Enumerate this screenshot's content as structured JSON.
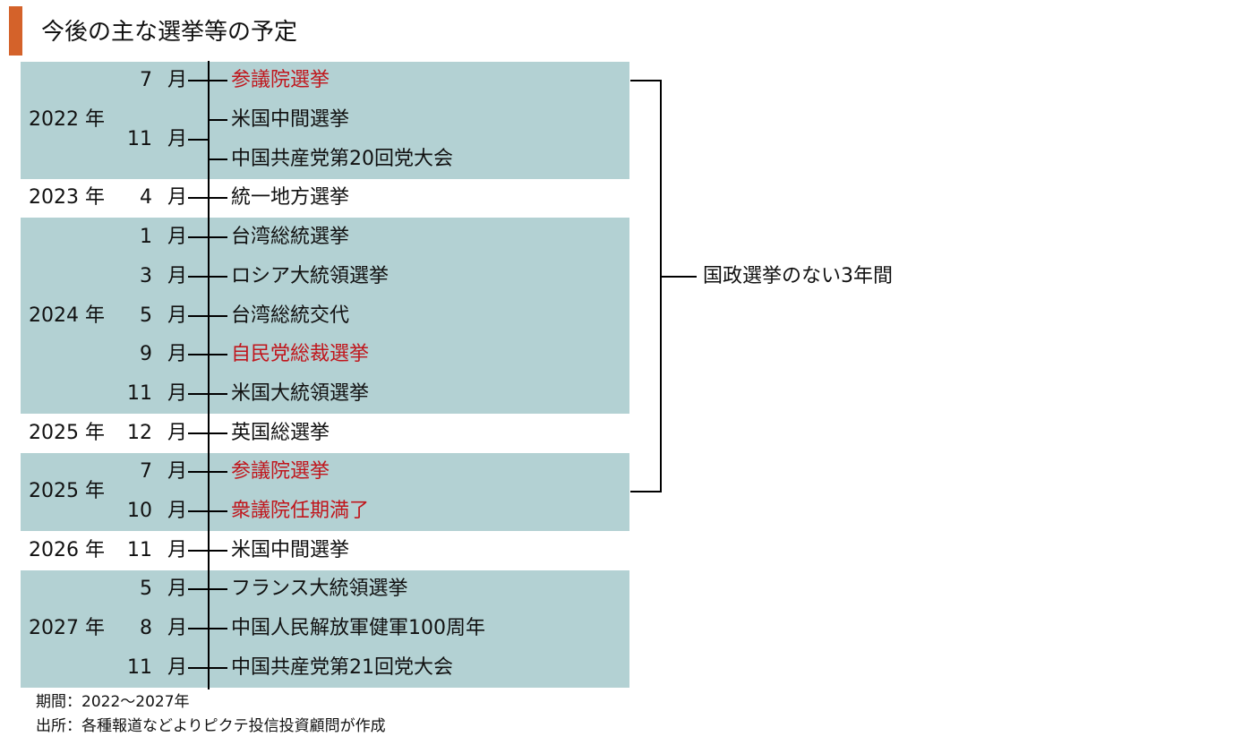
{
  "title": "今後の主な選挙等の予定",
  "year_suffix": "年",
  "month_suffix": "月",
  "colors": {
    "accent": "#d4622a",
    "band": "#b3d1d3",
    "highlight": "#c0161c"
  },
  "groups": [
    {
      "year": "2022",
      "shaded": true,
      "months": [
        {
          "num": "7",
          "events": [
            {
              "text": "参議院選挙",
              "red": true
            }
          ]
        },
        {
          "num": "11",
          "events": [
            {
              "text": "米国中間選挙",
              "red": false
            },
            {
              "text": "中国共産党第20回党大会",
              "red": false
            }
          ]
        }
      ]
    },
    {
      "year": "2023",
      "shaded": false,
      "months": [
        {
          "num": "4",
          "events": [
            {
              "text": "統一地方選挙",
              "red": false
            }
          ]
        }
      ]
    },
    {
      "year": "2024",
      "shaded": true,
      "months": [
        {
          "num": "1",
          "events": [
            {
              "text": "台湾総統選挙",
              "red": false
            }
          ]
        },
        {
          "num": "3",
          "events": [
            {
              "text": "ロシア大統領選挙",
              "red": false
            }
          ]
        },
        {
          "num": "5",
          "events": [
            {
              "text": "台湾総統交代",
              "red": false
            }
          ]
        },
        {
          "num": "9",
          "events": [
            {
              "text": "自民党総裁選挙",
              "red": true
            }
          ]
        },
        {
          "num": "11",
          "events": [
            {
              "text": "米国大統領選挙",
              "red": false
            }
          ]
        }
      ]
    },
    {
      "year": "2025",
      "shaded": false,
      "months": [
        {
          "num": "12",
          "events": [
            {
              "text": "英国総選挙",
              "red": false
            }
          ]
        }
      ]
    },
    {
      "year": "2025",
      "shaded": true,
      "months": [
        {
          "num": "7",
          "events": [
            {
              "text": "参議院選挙",
              "red": true
            }
          ]
        },
        {
          "num": "10",
          "events": [
            {
              "text": "衆議院任期満了",
              "red": true
            }
          ]
        }
      ]
    },
    {
      "year": "2026",
      "shaded": false,
      "months": [
        {
          "num": "11",
          "events": [
            {
              "text": "米国中間選挙",
              "red": false
            }
          ]
        }
      ]
    },
    {
      "year": "2027",
      "shaded": true,
      "months": [
        {
          "num": "5",
          "events": [
            {
              "text": "フランス大統領選挙",
              "red": false
            }
          ]
        },
        {
          "num": "8",
          "events": [
            {
              "text": "中国人民解放軍健軍100周年",
              "red": false
            }
          ]
        },
        {
          "num": "11",
          "events": [
            {
              "text": "中国共産党第21回党大会",
              "red": false
            }
          ]
        }
      ]
    }
  ],
  "bracket_label": "国政選挙のない3年間",
  "notes": {
    "period": "期間：2022～2027年",
    "source": "出所：各種報道などよりピクテ投信投資顧問が作成"
  }
}
